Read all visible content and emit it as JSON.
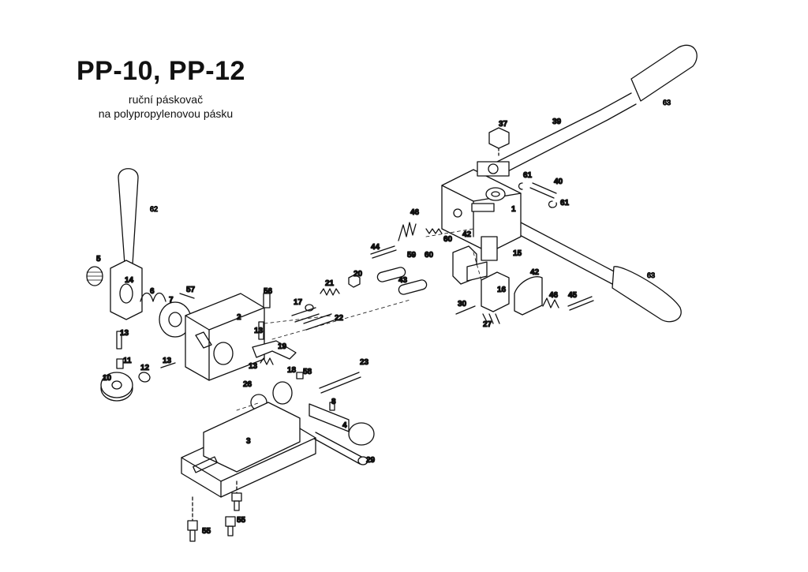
{
  "header": {
    "title": "PP-10, PP-12",
    "subtitle_line1": "ruční páskovač",
    "subtitle_line2": "na polypropylenovou pásku"
  },
  "part_labels": [
    {
      "id": "p63a",
      "text": "63"
    },
    {
      "id": "p37",
      "text": "37"
    },
    {
      "id": "p39",
      "text": "39"
    },
    {
      "id": "p61a",
      "text": "61"
    },
    {
      "id": "p40",
      "text": "40"
    },
    {
      "id": "p61b",
      "text": "61"
    },
    {
      "id": "p62",
      "text": "62"
    },
    {
      "id": "p46a",
      "text": "46"
    },
    {
      "id": "p1",
      "text": "1"
    },
    {
      "id": "p42a",
      "text": "42"
    },
    {
      "id": "p44",
      "text": "44"
    },
    {
      "id": "p60a",
      "text": "60"
    },
    {
      "id": "p59",
      "text": "59"
    },
    {
      "id": "p60b",
      "text": "60"
    },
    {
      "id": "p15",
      "text": "15"
    },
    {
      "id": "p5",
      "text": "5"
    },
    {
      "id": "p14",
      "text": "14"
    },
    {
      "id": "p20",
      "text": "20"
    },
    {
      "id": "p43",
      "text": "43"
    },
    {
      "id": "p42b",
      "text": "42"
    },
    {
      "id": "p63b",
      "text": "63"
    },
    {
      "id": "p21",
      "text": "21"
    },
    {
      "id": "p6",
      "text": "6"
    },
    {
      "id": "p57",
      "text": "57"
    },
    {
      "id": "p56",
      "text": "56"
    },
    {
      "id": "p16",
      "text": "16"
    },
    {
      "id": "p7",
      "text": "7"
    },
    {
      "id": "p46b",
      "text": "46"
    },
    {
      "id": "p45",
      "text": "45"
    },
    {
      "id": "p17",
      "text": "17"
    },
    {
      "id": "p30",
      "text": "30"
    },
    {
      "id": "p2",
      "text": "2"
    },
    {
      "id": "p22",
      "text": "22"
    },
    {
      "id": "p27",
      "text": "27"
    },
    {
      "id": "p13a",
      "text": "13"
    },
    {
      "id": "p13b",
      "text": "13"
    },
    {
      "id": "p19",
      "text": "19"
    },
    {
      "id": "p11",
      "text": "11"
    },
    {
      "id": "p13c",
      "text": "13"
    },
    {
      "id": "p13d",
      "text": "13"
    },
    {
      "id": "p12",
      "text": "12"
    },
    {
      "id": "p23",
      "text": "23"
    },
    {
      "id": "p10",
      "text": "10"
    },
    {
      "id": "p18",
      "text": "18"
    },
    {
      "id": "p58",
      "text": "58"
    },
    {
      "id": "p26",
      "text": "26"
    },
    {
      "id": "p8",
      "text": "8"
    },
    {
      "id": "p4",
      "text": "4"
    },
    {
      "id": "p3",
      "text": "3"
    },
    {
      "id": "p29",
      "text": "29"
    },
    {
      "id": "p55a",
      "text": "55"
    },
    {
      "id": "p55b",
      "text": "55"
    }
  ]
}
